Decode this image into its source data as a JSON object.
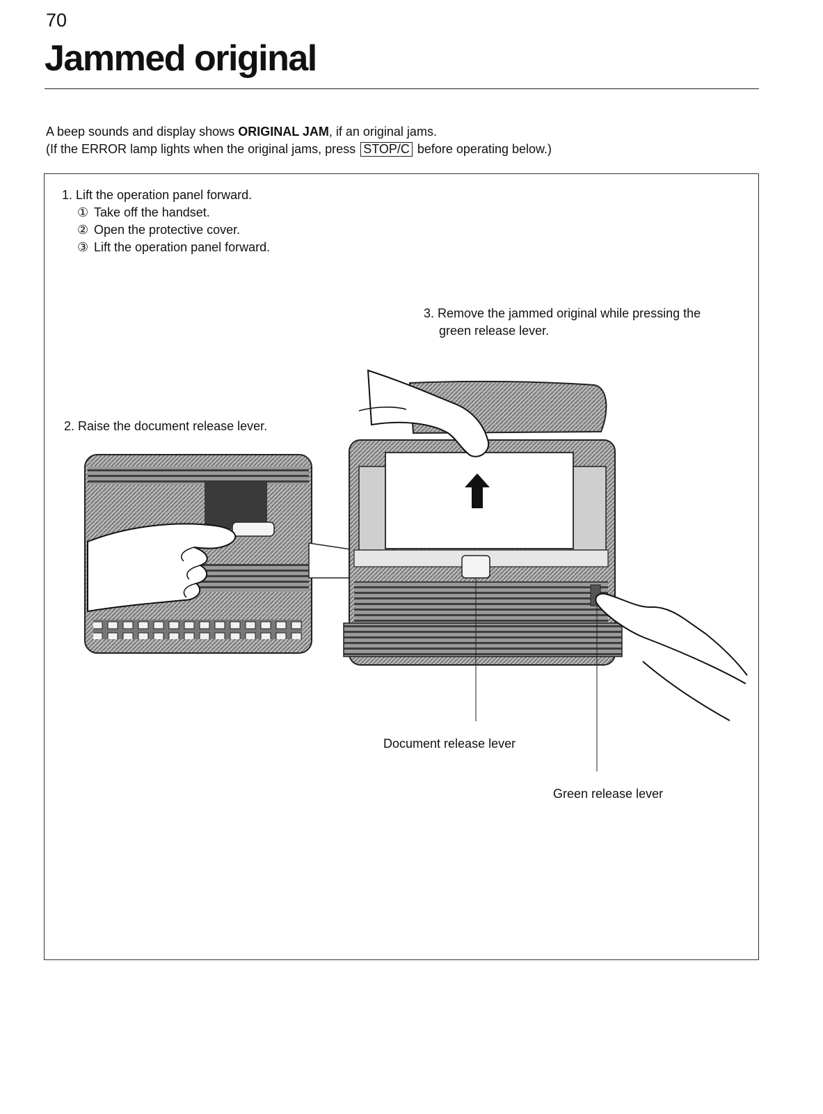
{
  "page": {
    "number": "70",
    "title": "Jammed original"
  },
  "intro": {
    "line1_pre": "A beep sounds and display shows ",
    "line1_bold": "ORIGINAL JAM",
    "line1_post": ", if an original jams.",
    "line2_pre": "(If the ERROR lamp lights when the original jams, press ",
    "line2_key": "STOP/C",
    "line2_post": " before operating below.)"
  },
  "steps": {
    "step1": {
      "label": "1. Lift the operation panel forward.",
      "substeps": [
        {
          "marker": "①",
          "text": "Take off the handset."
        },
        {
          "marker": "②",
          "text": "Open the protective cover."
        },
        {
          "marker": "③",
          "text": "Lift the operation panel forward."
        }
      ]
    },
    "step2": {
      "label": "2. Raise the document release lever."
    },
    "step3": {
      "line1": "3. Remove the jammed original while pressing the",
      "line2": "green release lever."
    }
  },
  "callouts": {
    "document_release_lever": "Document release lever",
    "green_release_lever": "Green release lever"
  },
  "colors": {
    "ink": "#111111",
    "illustration_gray": "#8a8a8a"
  }
}
